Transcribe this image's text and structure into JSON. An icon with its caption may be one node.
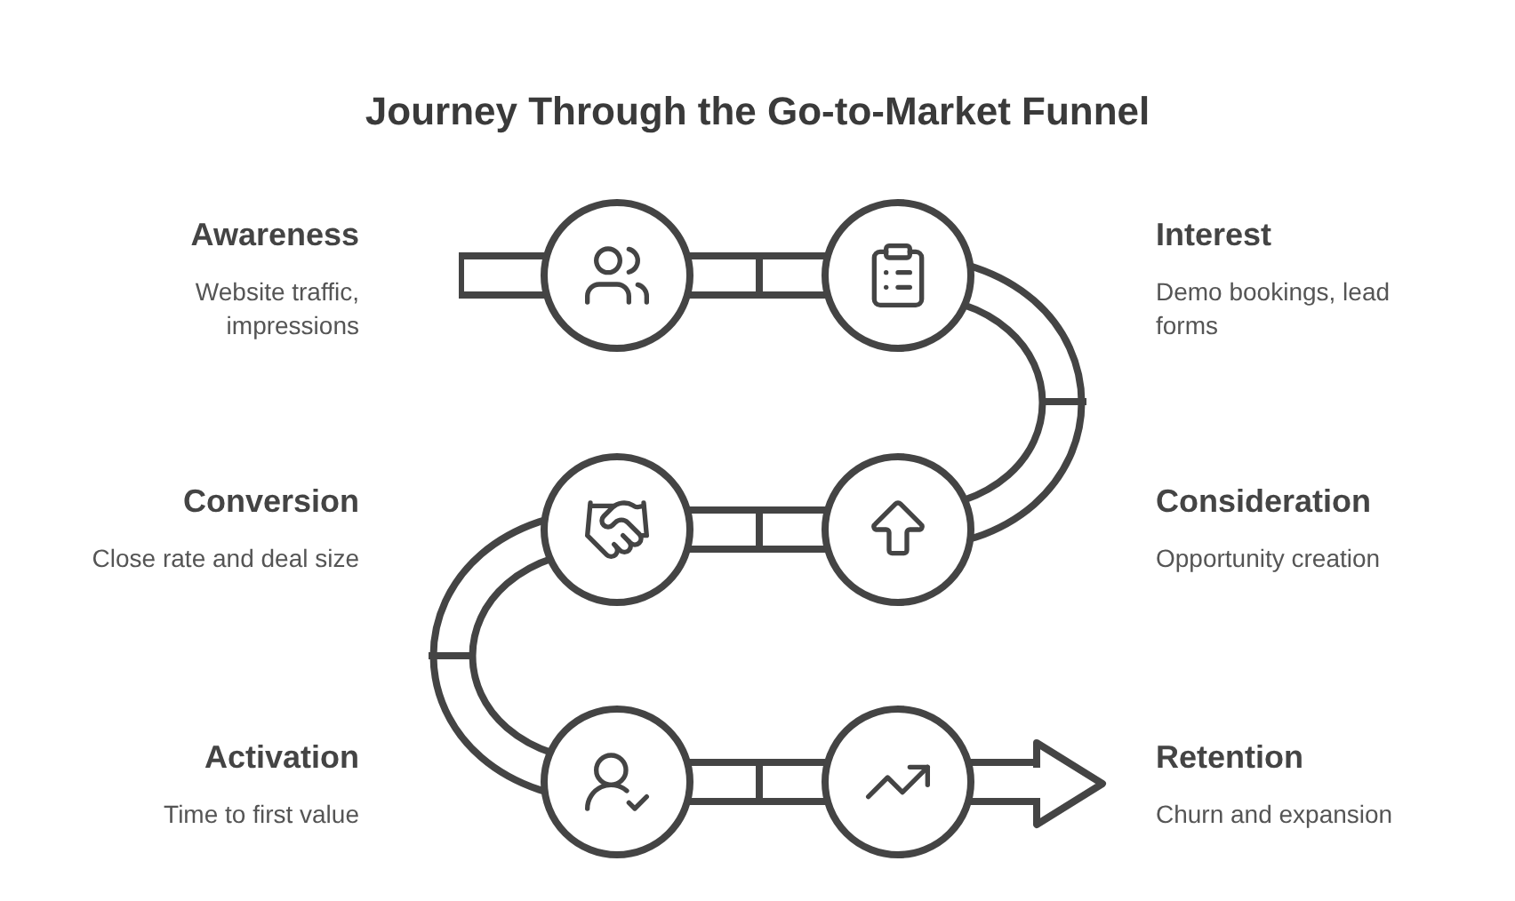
{
  "diagram": {
    "title": "Journey Through the Go-to-Market Funnel",
    "nodes": [
      {
        "text": [
          "Awareness",
          "Website traffic, impressions"
        ]
      },
      {
        "text": [
          "Interest",
          "Demo bookings, lead forms"
        ]
      },
      {
        "text": [
          "Conversion",
          "Close rate and deal size"
        ]
      },
      {
        "text": [
          "Consideration",
          "Opportunity creation"
        ]
      },
      {
        "text": [
          "Activation",
          "Time to first value"
        ]
      },
      {
        "text": [
          "Retention",
          "Churn and expansion"
        ]
      },
      {
        "text": [],
        "shape": "circle"
      },
      {
        "text": [],
        "shape": "circle"
      },
      {
        "text": [],
        "shape": "circle"
      },
      {
        "text": [],
        "shape": "circle"
      },
      {
        "text": [],
        "shape": "circle"
      },
      {
        "text": [],
        "shape": "circle"
      }
    ]
  }
}
